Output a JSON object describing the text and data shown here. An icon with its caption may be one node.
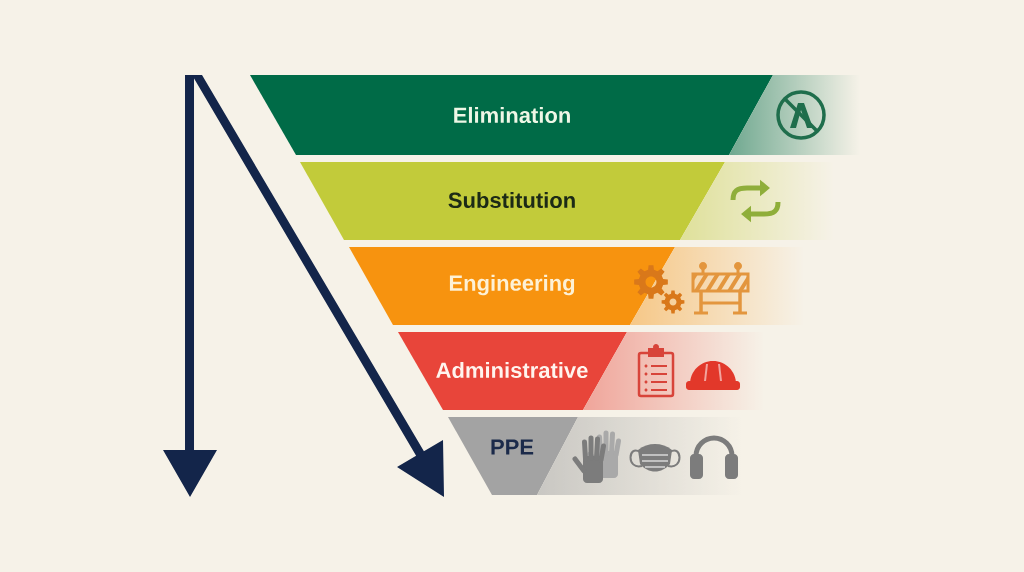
{
  "diagram": {
    "nodes": [
      {
        "text": [
          "Elimination"
        ]
      },
      {
        "text": [
          "Substitution"
        ]
      },
      {
        "text": [
          "Engineering"
        ]
      },
      {
        "text": [
          "Administrative"
        ]
      },
      {
        "text": [
          "PPE"
        ]
      }
    ]
  }
}
